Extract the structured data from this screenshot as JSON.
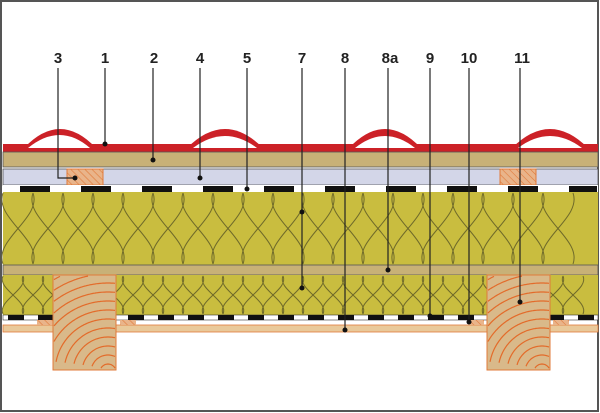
{
  "diagram": {
    "title": "Roof cross-section layers",
    "labels": [
      "3",
      "1",
      "2",
      "4",
      "5",
      "7",
      "8",
      "8a",
      "9",
      "10",
      "11"
    ],
    "colors": {
      "tile": "#cc2127",
      "batten": "#c8b177",
      "membrane": "#d3d6e8",
      "insulation": "#c9bd3f",
      "timber": "#d9b98a",
      "grain": "#e36b2a",
      "border": "#555555"
    }
  }
}
